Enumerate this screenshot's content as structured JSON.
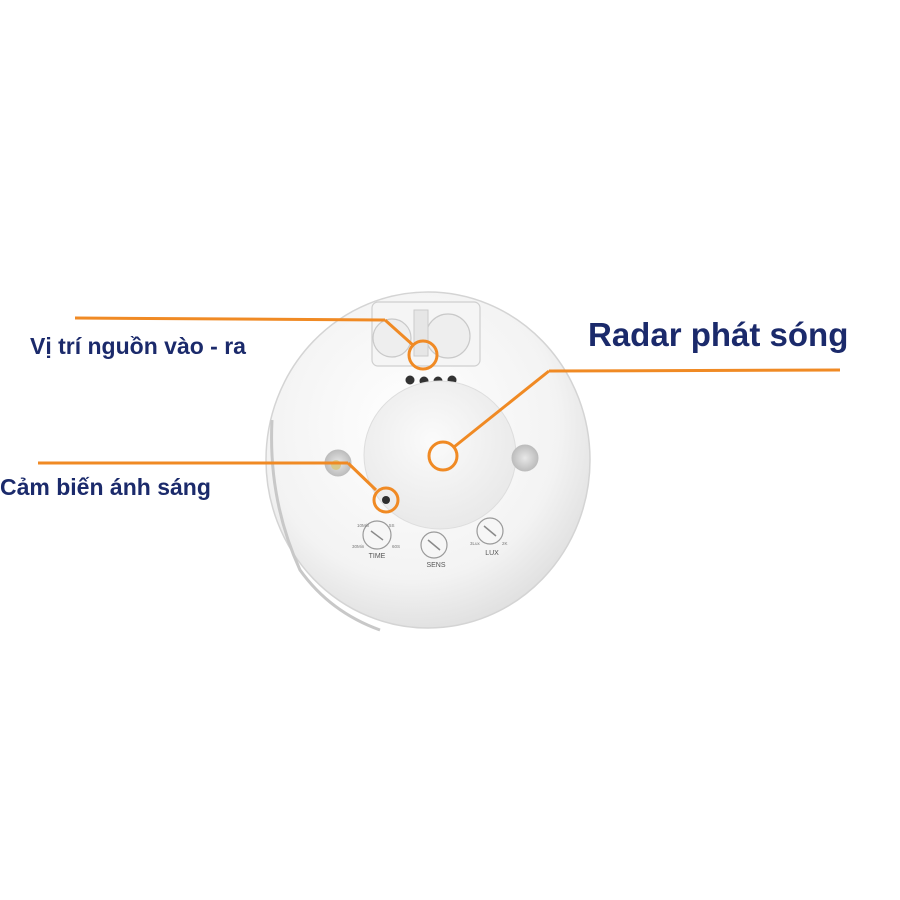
{
  "labels": {
    "power_position": "Vị trí nguồn vào - ra",
    "light_sensor": "Cảm biến ánh sáng",
    "radar": "Radar phát sóng"
  },
  "dials": {
    "time": "TIME",
    "sens": "SENS",
    "lux": "LUX",
    "time_marks": [
      "10Min",
      "5S",
      "30Min",
      "60S"
    ],
    "lux_marks": [
      "3Lux",
      "2K"
    ]
  },
  "colors": {
    "label_text": "#1b2a6b",
    "callout_line": "#f08a24",
    "device_body": "#f4f4f4",
    "background": "#ffffff"
  }
}
